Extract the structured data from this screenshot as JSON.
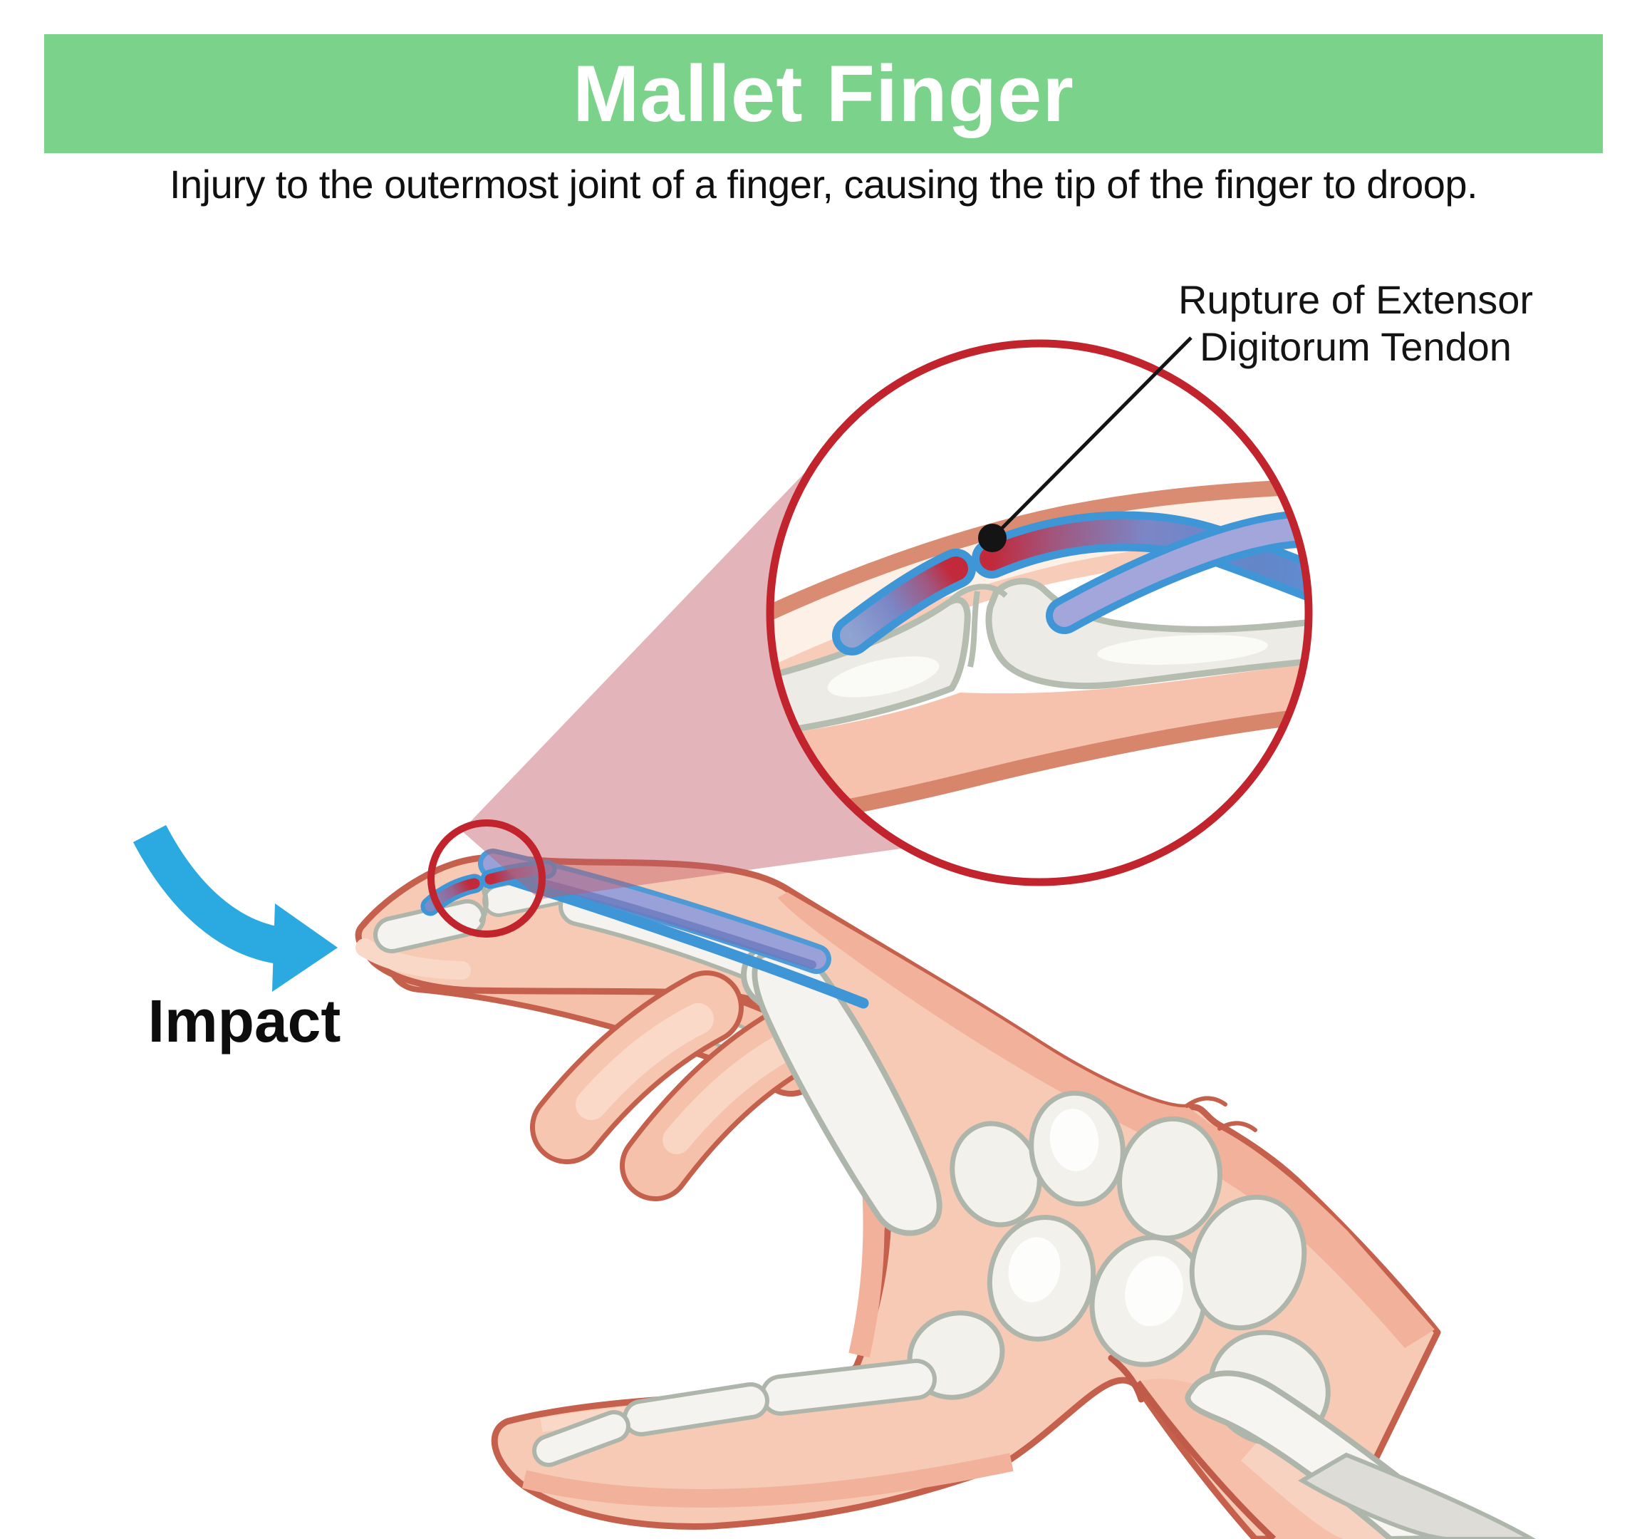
{
  "header": {
    "title": "Mallet Finger",
    "banner_color": "#7BD28A",
    "title_color": "#FFFFFF"
  },
  "subtitle": "Injury to the outermost joint of a finger, causing the tip of the finger to droop.",
  "annotations": {
    "rupture_label_line1": "Rupture of Extensor",
    "rupture_label_line2": "Digitorum Tendon",
    "impact_label": "Impact"
  },
  "icons": [
    {
      "name": "impact-arrow-icon",
      "shape": "curved-arrow",
      "color": "#2BA9E1"
    },
    {
      "name": "magnifier-circle",
      "shape": "circle-outline",
      "color": "#C2242E"
    },
    {
      "name": "rupture-point-dot",
      "shape": "filled-circle",
      "color": "#141414"
    }
  ],
  "colors": {
    "banner_green": "#7BD28A",
    "highlight_ring_red": "#C2242E",
    "magnify_cone_pink": "#C05A68",
    "arrow_blue": "#2BA9E1",
    "skin_main": "#F7CAB5",
    "skin_shade": "#F2B19A",
    "skin_highlight": "#FAD8C8",
    "skin_outline": "#C4604B",
    "bone_fill": "#F2F1EC",
    "bone_outline": "#AEB6AB",
    "tendon_outline_blue": "#3F96D6",
    "tendon_steel_blue": "#7B86C6",
    "tendon_lavender": "#A3A6DA",
    "tendon_rupture_red": "#C2293A",
    "epidermis_cream": "#FCF0E7",
    "dermis_peach": "#F7CDBA",
    "skin_surface_salmon": "#D98C72"
  }
}
